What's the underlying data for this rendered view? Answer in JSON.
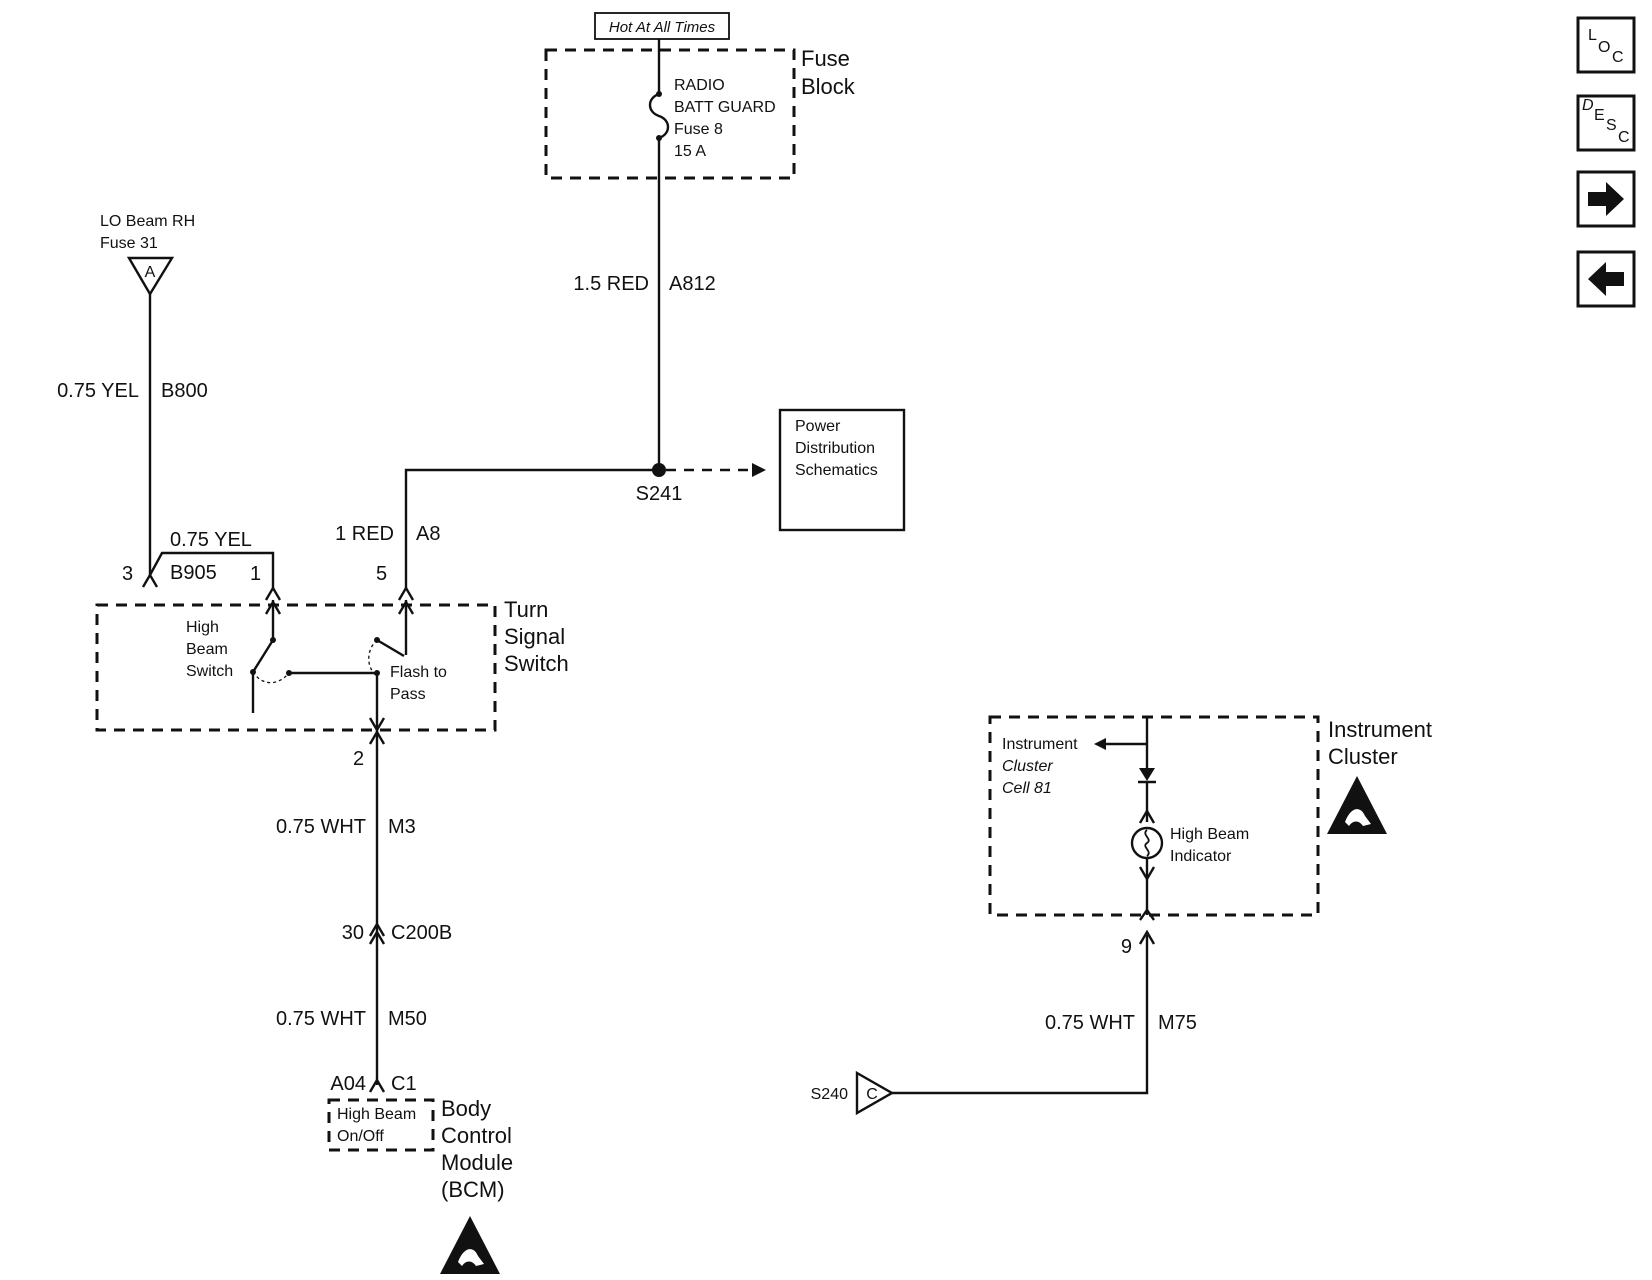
{
  "fuse_block": {
    "hot_label": "Hot At All Times",
    "name_line1": "Fuse",
    "name_line2": "Block",
    "fuse_line1": "RADIO",
    "fuse_line2": "BATT GUARD",
    "fuse_line3": "Fuse 8",
    "fuse_line4": "15 A"
  },
  "lo_beam": {
    "line1": "LO Beam RH",
    "line2": "Fuse 31",
    "connector": "A"
  },
  "wires": {
    "a812_gauge": "1.5 RED",
    "a812_circuit": "A812",
    "b800_gauge": "0.75 YEL",
    "b800_circuit": "B800",
    "b905_gauge": "0.75 YEL",
    "b905_circuit": "B905",
    "a8_gauge": "1 RED",
    "a8_circuit": "A8",
    "m3_gauge": "0.75 WHT",
    "m3_circuit": "M3",
    "m50_gauge": "0.75 WHT",
    "m50_circuit": "M50",
    "m75_gauge": "0.75 WHT",
    "m75_circuit": "M75"
  },
  "splice": {
    "s241": "S241",
    "s240": "S240",
    "s240_connector": "C"
  },
  "power_distribution": {
    "line1": "Power",
    "line2": "Distribution",
    "line3": "Schematics"
  },
  "turn_signal_switch": {
    "name_line1": "Turn",
    "name_line2": "Signal",
    "name_line3": "Switch",
    "high_beam_line1": "High",
    "high_beam_line2": "Beam",
    "high_beam_line3": "Switch",
    "flash_line1": "Flash to",
    "flash_line2": "Pass",
    "pin_3": "3",
    "pin_1": "1",
    "pin_5": "5",
    "pin_2": "2"
  },
  "c200b": {
    "pin": "30",
    "name": "C200B"
  },
  "bcm": {
    "pin": "A04",
    "connector": "C1",
    "inner_line1": "High Beam",
    "inner_line2": "On/Off",
    "name_line1": "Body",
    "name_line2": "Control",
    "name_line3": "Module",
    "name_line4": "(BCM)"
  },
  "instrument_cluster": {
    "name_line1": "Instrument",
    "name_line2": "Cluster",
    "cell_line1": "Instrument",
    "cell_line2": "Cluster",
    "cell_line3": "Cell 81",
    "indicator_line1": "High Beam",
    "indicator_line2": "Indicator",
    "pin_9": "9"
  },
  "nav_buttons": {
    "loc_big": "L",
    "loc_small1": "O",
    "loc_small2": "C",
    "desc_d": "D",
    "desc_e": "E",
    "desc_s": "S",
    "desc_c": "C",
    "next_icon": "arrow-right-icon",
    "prev_icon": "arrow-left-icon"
  }
}
